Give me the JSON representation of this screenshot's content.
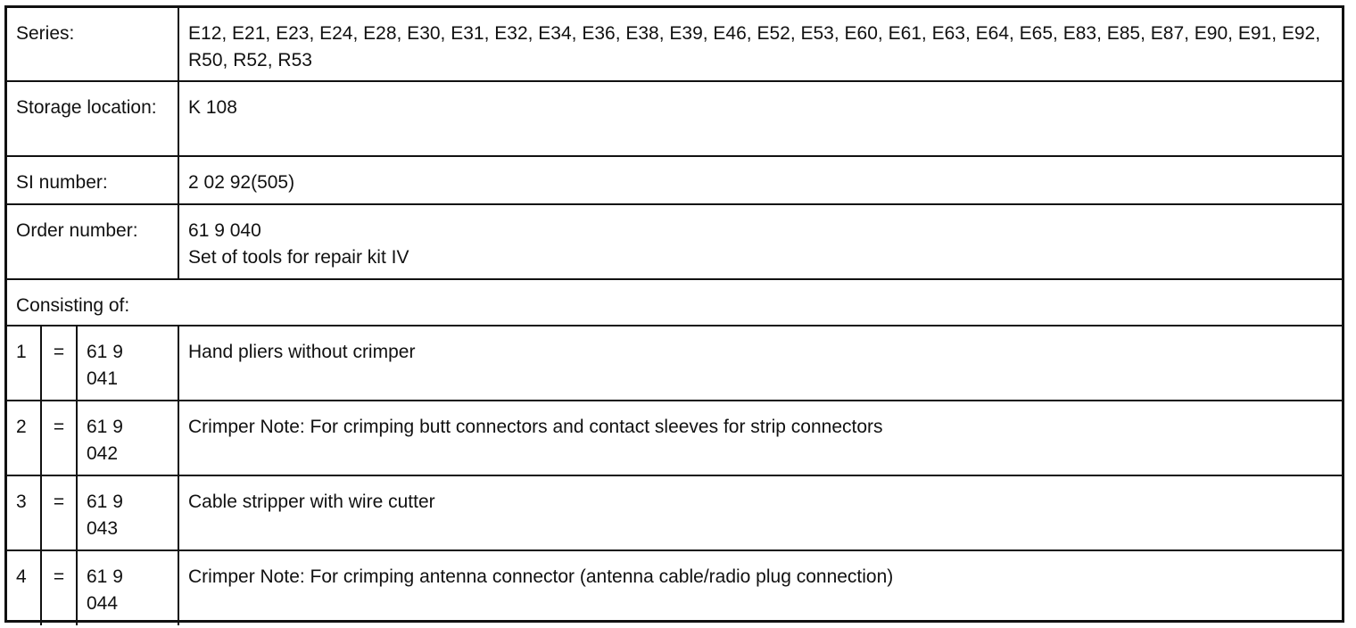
{
  "series": {
    "label": "Series:",
    "value": "E12, E21, E23, E24, E28, E30, E31, E32, E34, E36, E38, E39, E46, E52, E53, E60, E61, E63, E64, E65, E83, E85, E87, E90, E91, E92, R50, R52, R53"
  },
  "storage": {
    "label": "Storage location:",
    "value": "K 108"
  },
  "si": {
    "label": "SI number:",
    "value": "2 02 92(505)"
  },
  "order": {
    "label": "Order number:",
    "number": "61 9 040",
    "description": "Set of tools for repair kit IV"
  },
  "consisting": {
    "label": "Consisting of:"
  },
  "items": [
    {
      "num": "1",
      "eq": "=",
      "code_line1": "61 9",
      "code_line2": "041",
      "description": "Hand pliers without crimper"
    },
    {
      "num": "2",
      "eq": "=",
      "code_line1": "61 9",
      "code_line2": "042",
      "description": "Crimper Note: For crimping butt connectors and contact sleeves for strip connectors"
    },
    {
      "num": "3",
      "eq": "=",
      "code_line1": "61 9",
      "code_line2": "043",
      "description": "Cable stripper with wire cutter"
    },
    {
      "num": "4",
      "eq": "=",
      "code_line1": "61 9",
      "code_line2": "044",
      "description": "Crimper Note: For crimping antenna connector (antenna cable/radio plug connection)"
    }
  ]
}
